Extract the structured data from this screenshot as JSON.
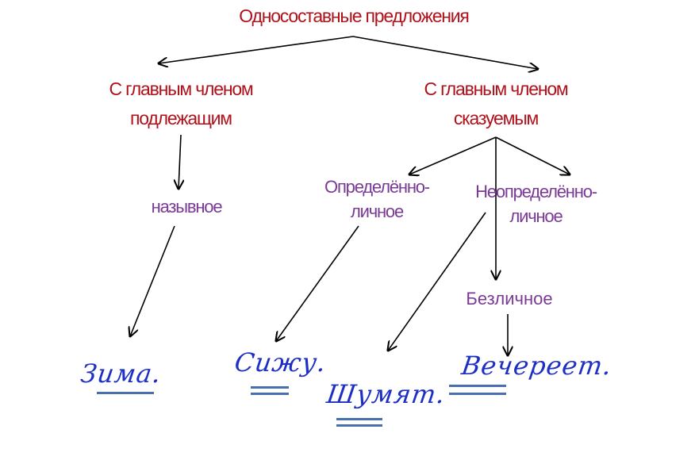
{
  "root": "Односоставные предложения",
  "branches": {
    "subject": {
      "line1": "С главным членом",
      "line2": "подлежащим"
    },
    "predicate": {
      "line1": "С главным членом",
      "line2": "сказуемым"
    }
  },
  "types": {
    "nominative": "назывное",
    "definite_line1": "Определённо-",
    "definite_line2": "личное",
    "indefinite_line1": "Неопределённо-",
    "indefinite_line2": "личное",
    "impersonal": "Безличное"
  },
  "examples": {
    "nominative": "Зима.",
    "definite": "Сижу.",
    "indefinite": "Шумят.",
    "impersonal": "Вечереет."
  },
  "colors": {
    "branch": "#b0121b",
    "type": "#7a3a96",
    "handwriting": "#1e2fc4",
    "underline": "#4a6fb0"
  }
}
